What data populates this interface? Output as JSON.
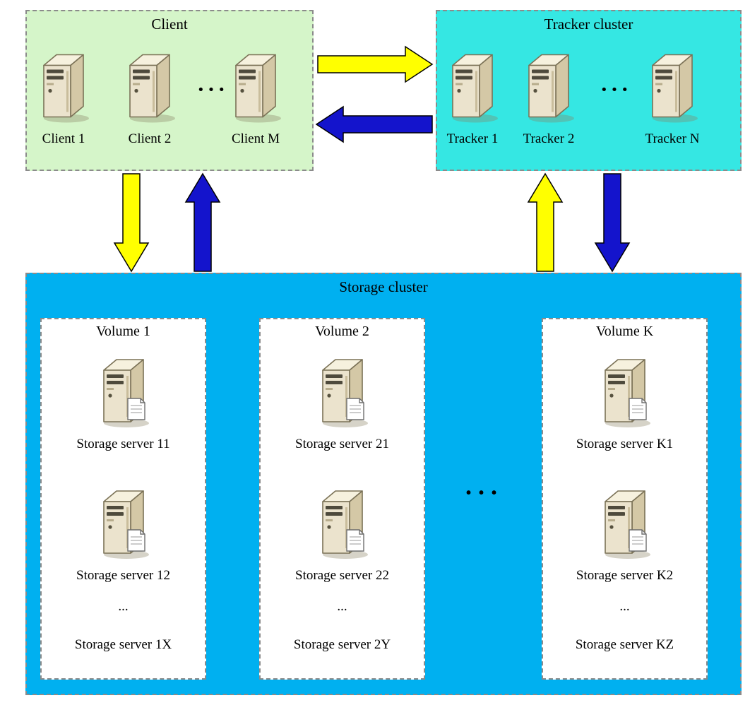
{
  "diagram": {
    "client": {
      "title": "Client",
      "ellipsis": "···",
      "items": [
        "Client 1",
        "Client 2",
        "Client M"
      ]
    },
    "tracker": {
      "title": "Tracker cluster",
      "ellipsis": "···",
      "items": [
        "Tracker 1",
        "Tracker 2",
        "Tracker N"
      ]
    },
    "storage": {
      "title": "Storage cluster",
      "ellipsis": "···",
      "volumes": [
        {
          "title": "Volume 1",
          "servers": [
            "Storage server 11",
            "Storage server 12"
          ],
          "more": "...",
          "last_server": "Storage server 1X"
        },
        {
          "title": "Volume 2",
          "servers": [
            "Storage server 21",
            "Storage server 22"
          ],
          "more": "...",
          "last_server": "Storage server 2Y"
        },
        {
          "title": "Volume K",
          "servers": [
            "Storage server K1",
            "Storage server K2"
          ],
          "more": "...",
          "last_server": "Storage server KZ"
        }
      ]
    },
    "colors": {
      "client_bg": "#d5f5c9",
      "tracker_bg": "#35e7e3",
      "storage_bg": "#00b0f0",
      "arrow_yellow": "#ffff00",
      "arrow_blue": "#1414cc"
    }
  }
}
